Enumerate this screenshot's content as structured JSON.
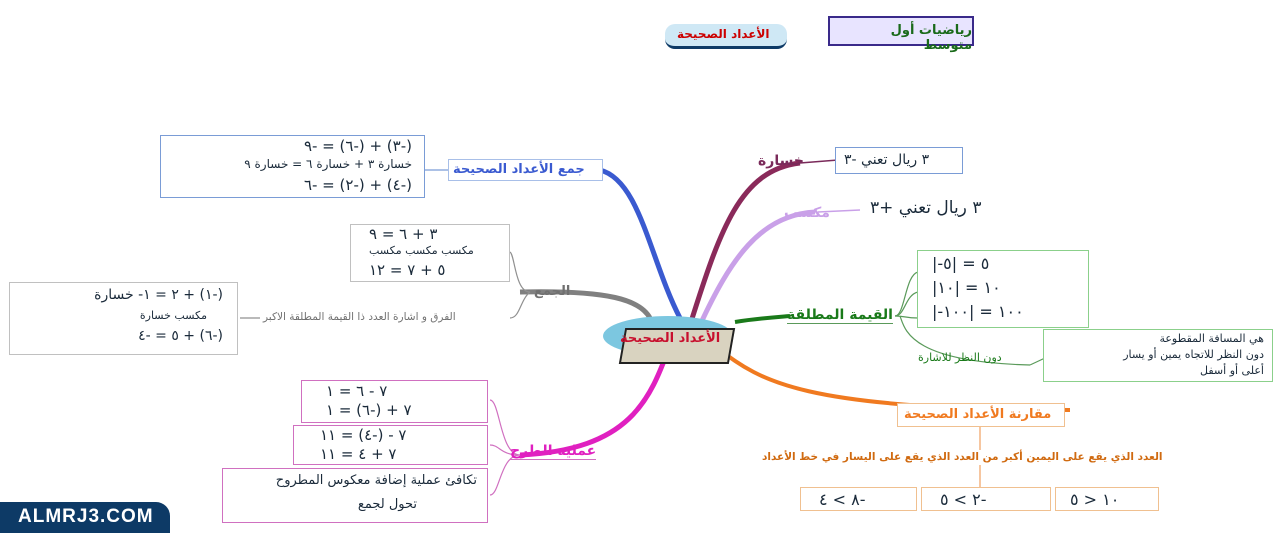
{
  "header": {
    "title_banner": "الأعداد الصحيحة",
    "subject_card": "رياضيات أول متوسط"
  },
  "center": {
    "label": "الأعداد الصحيحة"
  },
  "branches": {
    "loss": {
      "label": "خسارة",
      "note": "٣ ريال تعني   -٣"
    },
    "gain": {
      "label": "مكسب",
      "note": "٣ ريال تعني    +٣"
    },
    "absolute": {
      "label": "القيمة المطلقة",
      "rows": [
        "٥  = |٥-|",
        "١٠ = |١٠|",
        "١٠٠ = |١٠٠-|"
      ],
      "sub_label": "دون النظر للاشارة",
      "sub_note_lines": [
        "هي المسافة المقطوعة",
        "دون النظر للاتجاه يمين أو يسار",
        "أعلى أو أسفل"
      ]
    },
    "compare": {
      "label": "مقارنة الأعداد الصحيحة",
      "text": "العدد الذي يقع على اليمين أكبر من العدد الذي يقع على اليسار في خط الأعداد",
      "examples": [
        "١٠ < ٥",
        "-٢ > ٥",
        "-٨ > ٤"
      ]
    },
    "subtract": {
      "label": "عملية الطرح",
      "rows": [
        "٧ - ٦ = ١",
        "٧ + (-٦) = ١",
        "٧ - (-٤) = ١١",
        "٧ + ٤ = ١١"
      ],
      "note_lines": [
        "تكافئ عملية إضافة معكوس المطروح",
        "تحول لجمع"
      ]
    },
    "sum": {
      "label": "الجمع",
      "rows": [
        "٣ + ٦ = ٩",
        "مكسب  مكسب  مكسب",
        "٥ + ٧ = ١٢"
      ],
      "diff_text": "الفرق و اشارة العدد ذا القيمة المطلقة الاكبر",
      "diff_rows": [
        "(-١) + ٢ = ١-   خسارة",
        "مكسب  خسارة",
        "(-٦) + ٥ = -٤"
      ]
    },
    "add_integers": {
      "label": "جمع الأعداد الصحيحة",
      "rows": [
        "(-٣) + (-٦) = -٩",
        "خسارة ٣ + خسارة ٦ = خسارة ٩",
        "(-٤) + (-٢) = -٦"
      ]
    }
  },
  "watermark": "ALMRJ3.COM",
  "colors": {
    "loss": "#8a2a5a",
    "gain": "#c9a0e8",
    "absolute": "#1a7a1a",
    "compare": "#f07a20",
    "subtract": "#e020c0",
    "sum": "#808080",
    "add": "#3a5ad0",
    "watermark_bg": "#0d3a66"
  }
}
